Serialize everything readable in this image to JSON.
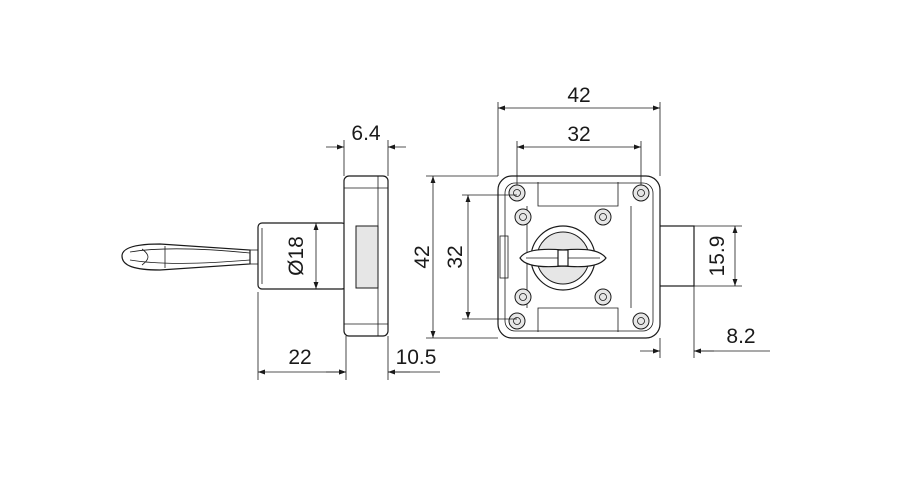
{
  "dimensions": {
    "side_flange_thickness": "6.4",
    "side_cylinder_diameter": "Ø18",
    "side_cylinder_length": "22",
    "side_body_depth": "10.5",
    "front_overall_width": "42",
    "front_hole_spacing_width": "32",
    "front_overall_height": "42",
    "front_hole_spacing_height": "32",
    "bolt_height": "15.9",
    "bolt_projection": "8.2"
  },
  "colors": {
    "line": "#1a1a1a",
    "background": "#ffffff",
    "shading": "#e6e6e6"
  }
}
